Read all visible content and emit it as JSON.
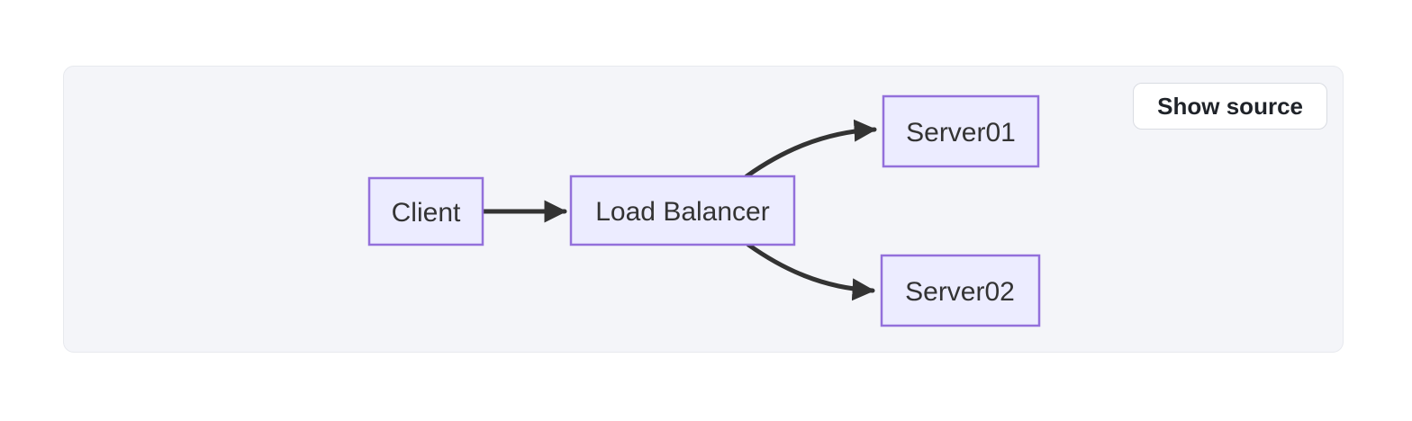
{
  "toolbar": {
    "show_source_label": "Show source"
  },
  "diagram": {
    "type": "flowchart",
    "direction": "left-to-right",
    "nodes": [
      {
        "id": "client",
        "label": "Client"
      },
      {
        "id": "load_balancer",
        "label": "Load Balancer"
      },
      {
        "id": "server01",
        "label": "Server01"
      },
      {
        "id": "server02",
        "label": "Server02"
      }
    ],
    "edges": [
      {
        "from": "client",
        "to": "load_balancer"
      },
      {
        "from": "load_balancer",
        "to": "server01"
      },
      {
        "from": "load_balancer",
        "to": "server02"
      }
    ]
  },
  "colors": {
    "panel_bg": "#F4F5F9",
    "panel_border": "#E7E9EE",
    "node_fill": "#ECECFF",
    "node_border": "#9370DB",
    "node_text": "#333333",
    "edge_stroke": "#333333",
    "button_bg": "#FFFFFF",
    "button_border": "#D9DCE2",
    "button_text": "#1F2329"
  }
}
